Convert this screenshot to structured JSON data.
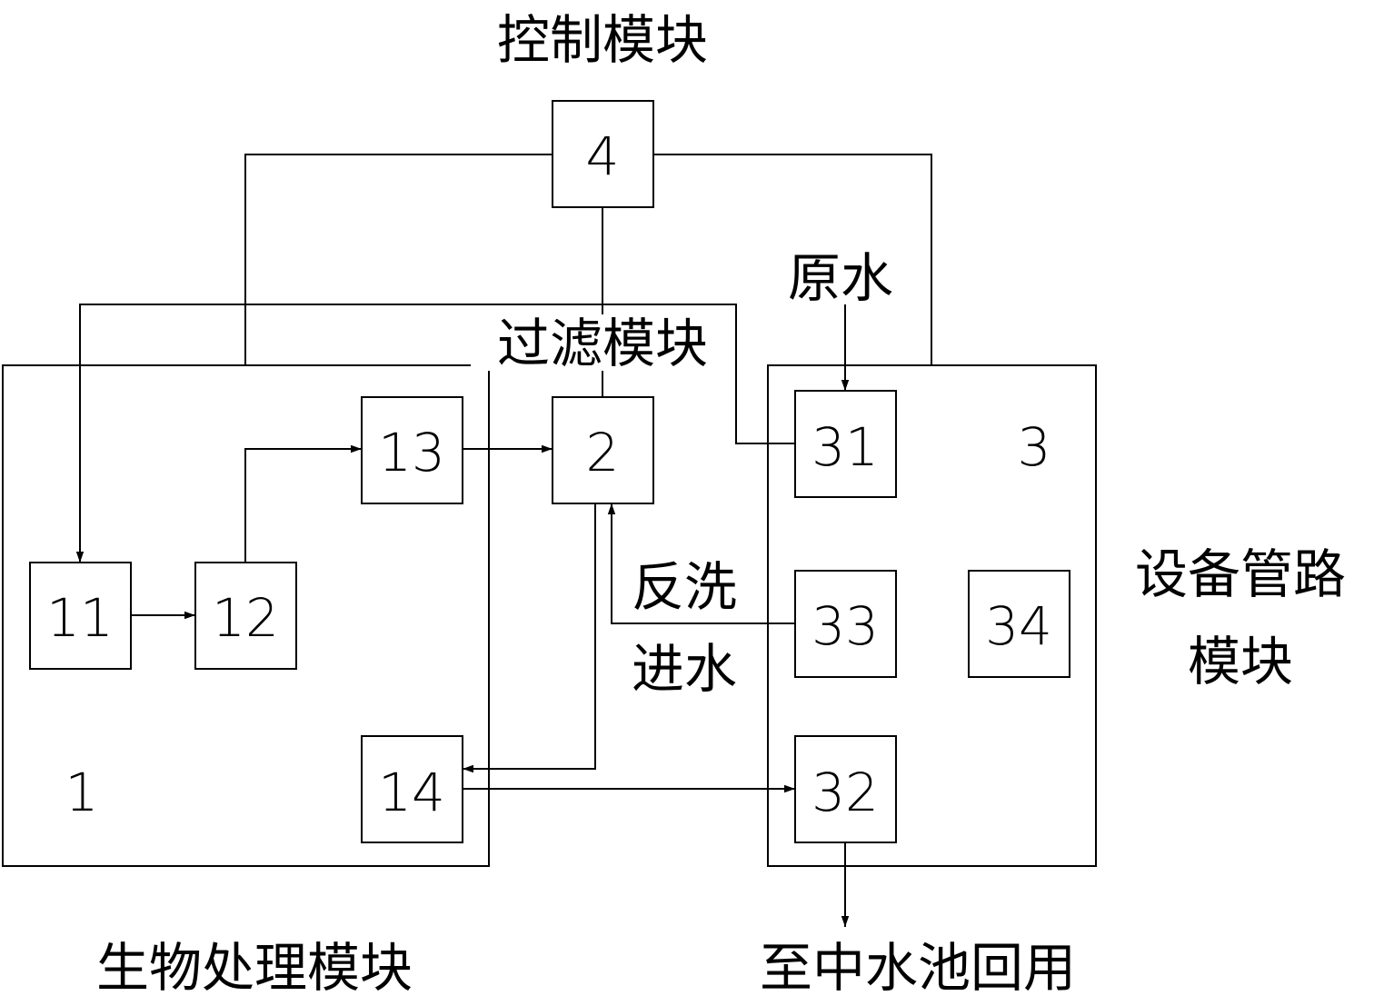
{
  "labels": {
    "control_module": "控制模块",
    "filter_module": "过滤模块",
    "raw_water": "原水",
    "backwash_line1": "反洗",
    "backwash_line2": "进水",
    "equipment_line1": "设备管路",
    "equipment_line2": "模块",
    "bio_module": "生物处理模块",
    "to_reuse": "至中水池回用"
  },
  "nodes": {
    "n1": "1",
    "n2": "2",
    "n3": "3",
    "n4": "4",
    "n11": "11",
    "n12": "12",
    "n13": "13",
    "n14": "14",
    "n31": "31",
    "n32": "32",
    "n33": "33",
    "n34": "34"
  }
}
